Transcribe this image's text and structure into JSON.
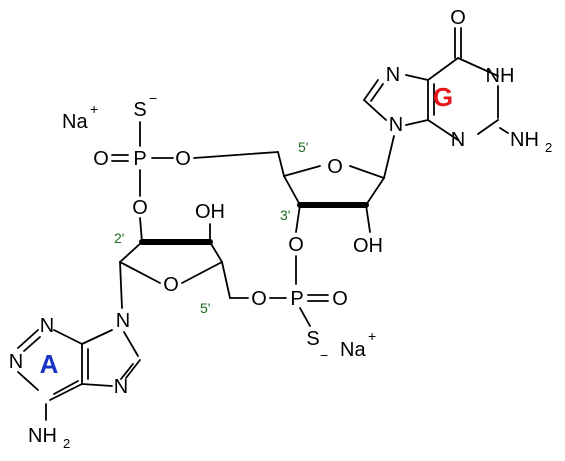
{
  "atoms": {
    "O": "O",
    "N": "N",
    "H": "H",
    "P": "P",
    "S": "S",
    "Na": "Na",
    "NH": "NH",
    "OH": "OH",
    "NH2_main": "NH",
    "NH2_sub": "2"
  },
  "charges": {
    "plus": "+",
    "minus": "−"
  },
  "positions": {
    "five_prime": "5'",
    "three_prime": "3'",
    "two_prime": "2'"
  },
  "bases": {
    "guanine": {
      "label": "G",
      "color": "#e8141c"
    },
    "adenine": {
      "label": "A",
      "color": "#1a34c8"
    }
  },
  "colors": {
    "position_label": "#1f6a1f"
  }
}
